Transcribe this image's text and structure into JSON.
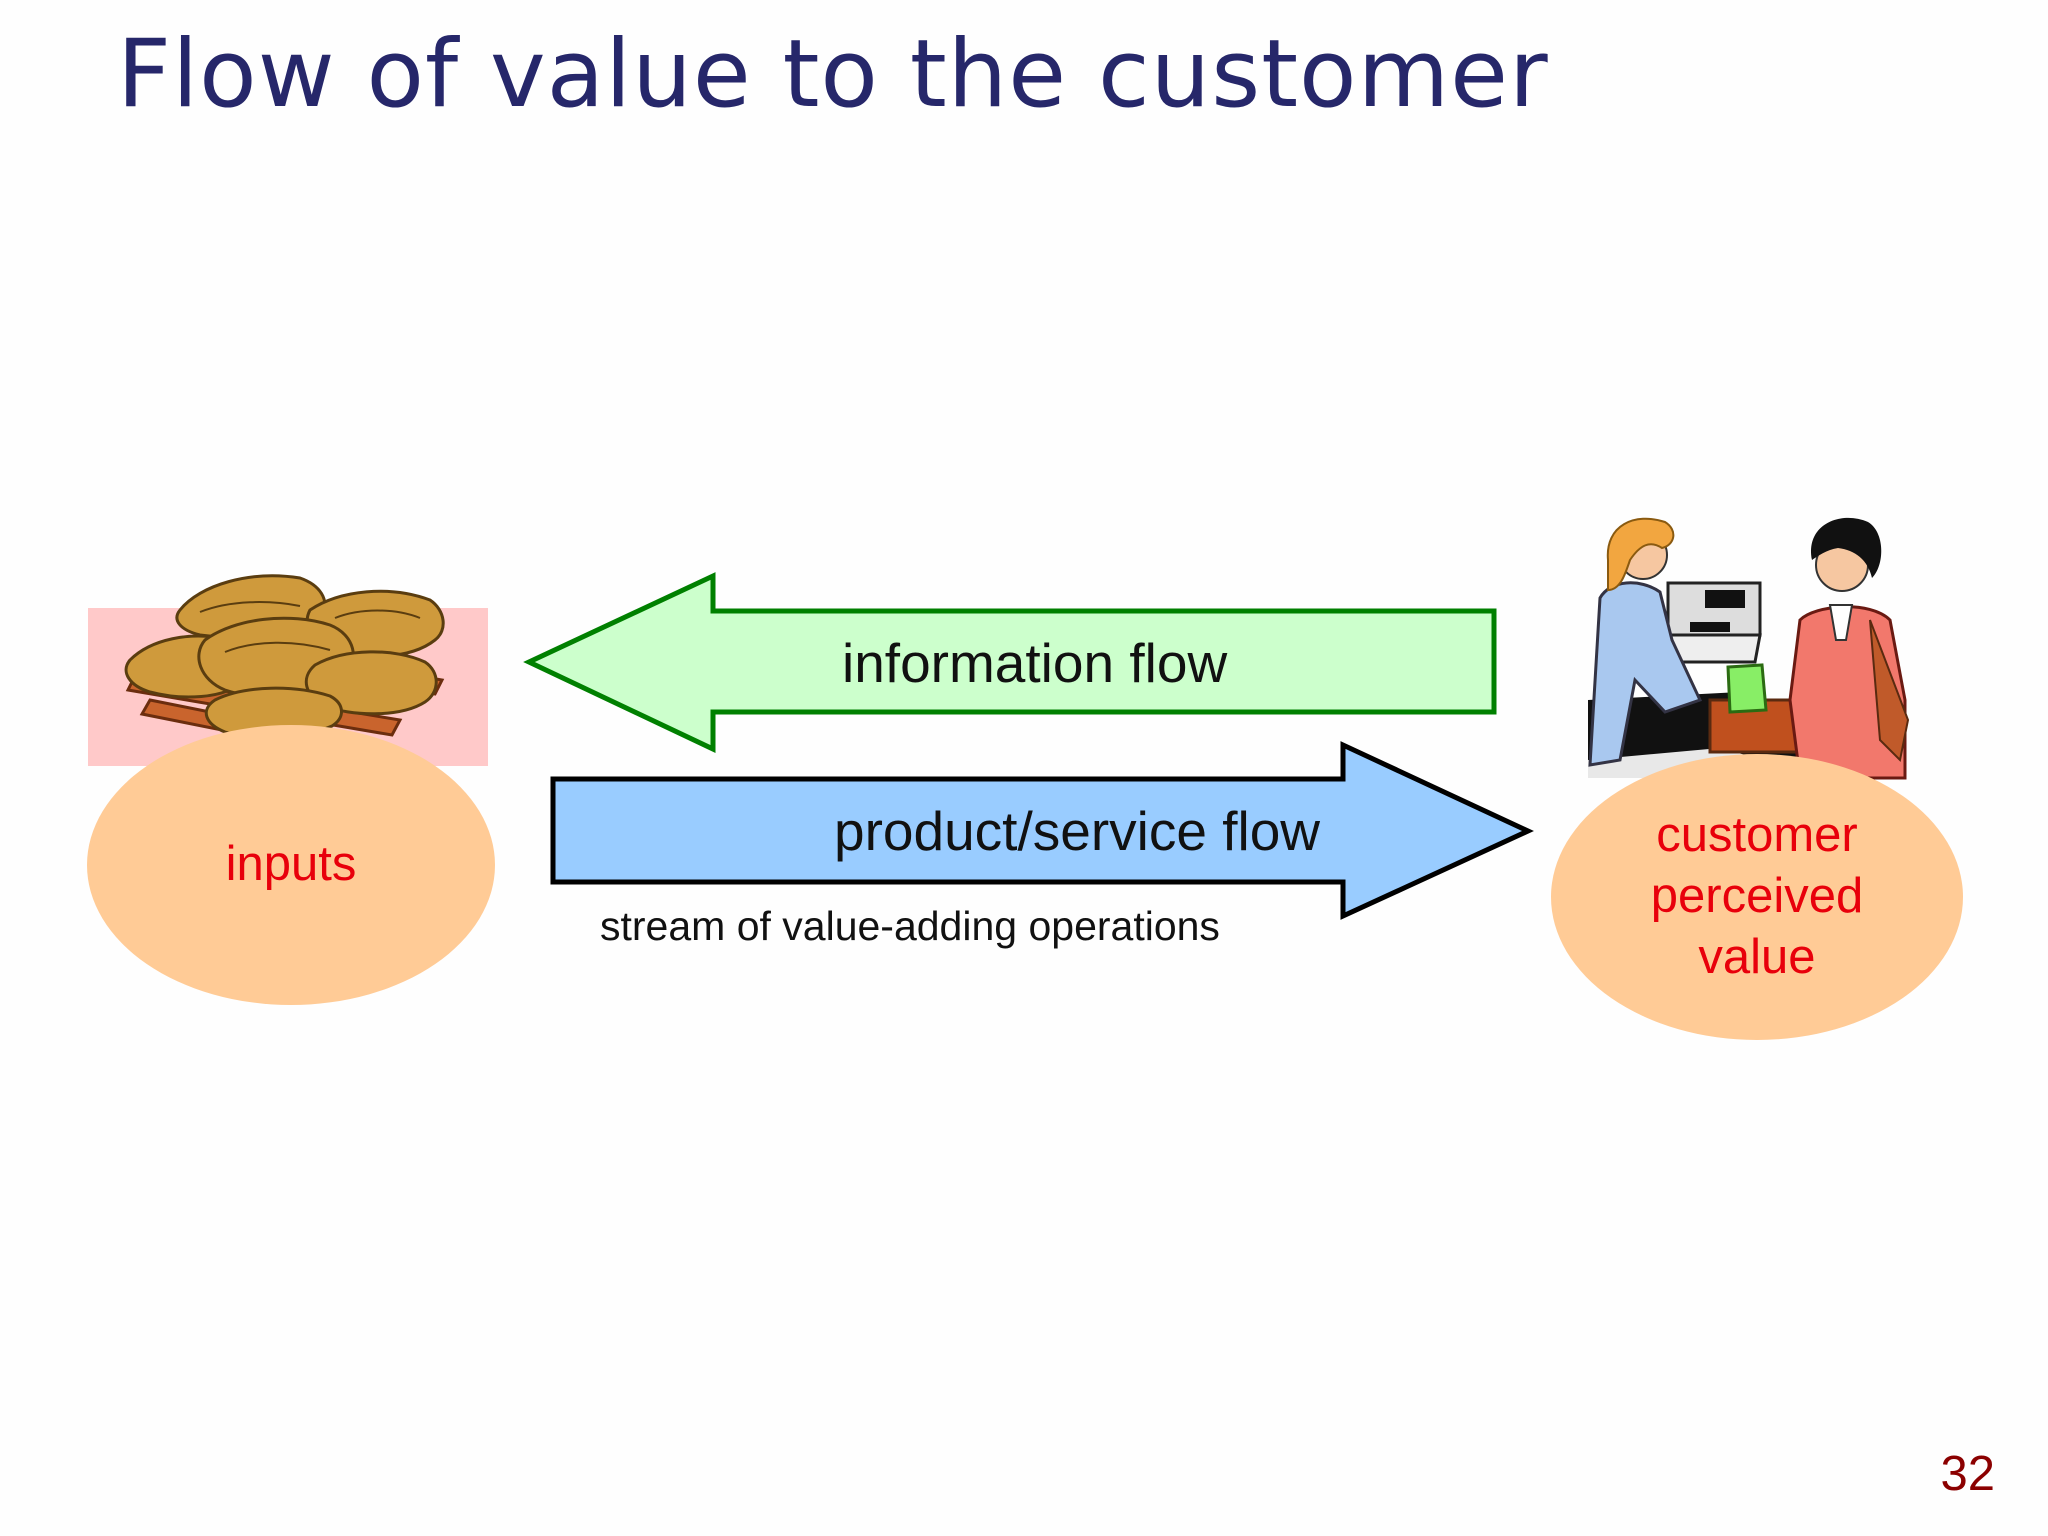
{
  "slide": {
    "title": "Flow of value to the customer",
    "page_number": "32"
  },
  "diagram": {
    "inputs_label": "inputs",
    "customer_label_lines": [
      "customer",
      "perceived",
      "value"
    ],
    "information_flow_label": "information flow",
    "product_flow_label": "product/service flow",
    "stream_note": "stream of value-adding operations"
  },
  "images": {
    "inputs_picture": "sacks-on-pallet-icon",
    "customer_picture": "checkout-counter-clipart"
  },
  "colors": {
    "title": "#26276a",
    "ellipse_fill": "#ffcb96",
    "ellipse_text": "#e8000b",
    "info_arrow_fill": "#ccffcc",
    "info_arrow_stroke": "#008000",
    "product_arrow_fill": "#99ccff",
    "product_arrow_stroke": "#000000",
    "page_number": "#8b0000"
  }
}
